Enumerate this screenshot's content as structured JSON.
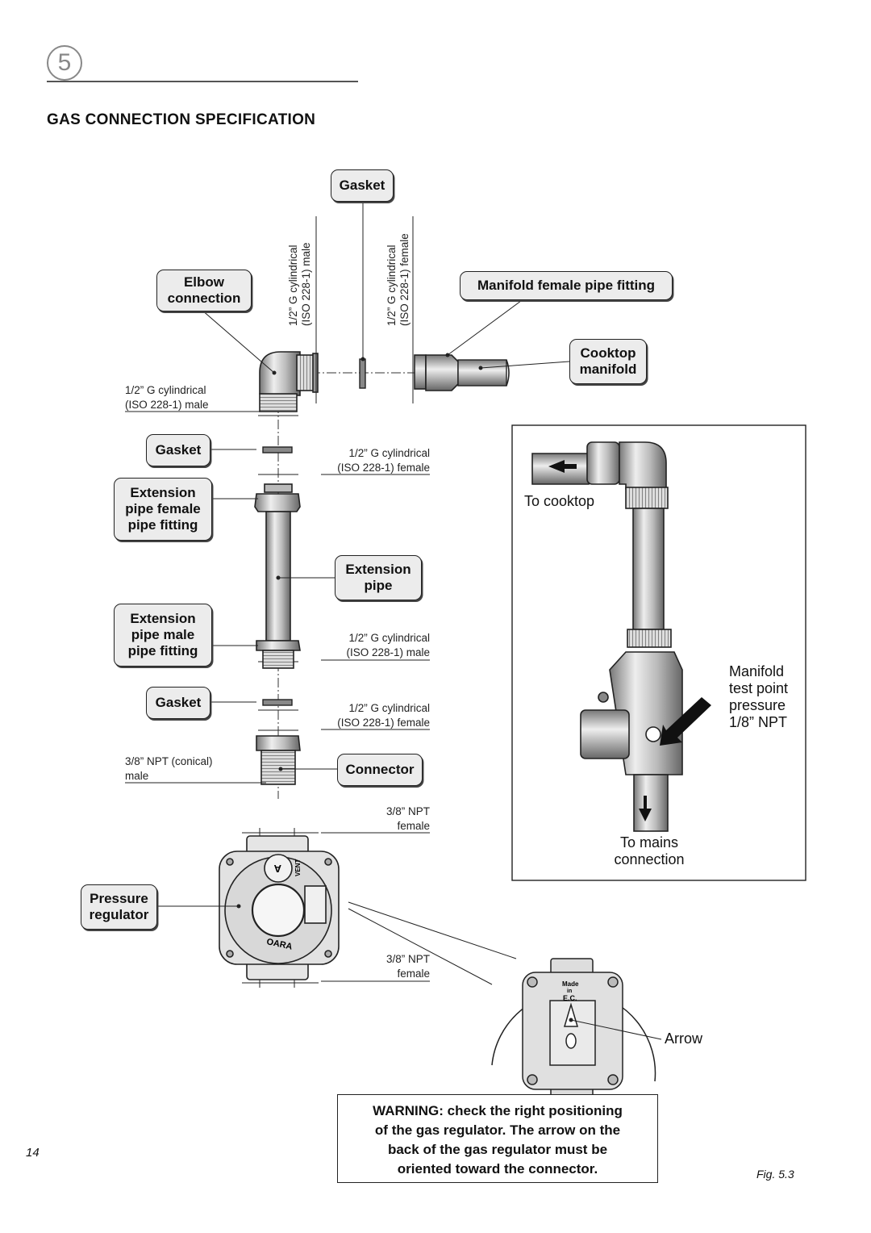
{
  "section": {
    "number": "5"
  },
  "title": "GAS CONNECTION SPECIFICATION",
  "callouts": {
    "gasket_top": "Gasket",
    "elbow_line1": "Elbow",
    "elbow_line2": "connection",
    "manifold_female": "Manifold female pipe fitting",
    "cooktop_line1": "Cooktop",
    "cooktop_line2": "manifold",
    "gasket_mid": "Gasket",
    "ext_female_line1": "Extension",
    "ext_female_line2": "pipe female",
    "ext_female_line3": "pipe fitting",
    "ext_pipe_line1": "Extension",
    "ext_pipe_line2": "pipe",
    "ext_male_line1": "Extension",
    "ext_male_line2": "pipe male",
    "ext_male_line3": "pipe fitting",
    "gasket_low": "Gasket",
    "connector": "Connector",
    "pressure_line1": "Pressure",
    "pressure_line2": "regulator"
  },
  "specs": {
    "vert_male_line1": "1/2” G cylindrical",
    "vert_male_line2": "(ISO 228-1) male",
    "vert_female_line1": "1/2” G cylindrical",
    "vert_female_line2": "(ISO 228-1) female",
    "elbow_male_line1": "1/2” G cylindrical",
    "elbow_male_line2": "(ISO 228-1) male",
    "gasket_female_line1": "1/2” G cylindrical",
    "gasket_female_line2": "(ISO 228-1) female",
    "ext_male_line1": "1/2” G cylindrical",
    "ext_male_line2": "(ISO 228-1) male",
    "low_female_line1": "1/2” G cylindrical",
    "low_female_line2": "(ISO 228-1) female",
    "npt_male_line1": "3/8” NPT (conical)",
    "npt_male_line2": "male",
    "npt_female_top_line1": "3/8” NPT",
    "npt_female_top_line2": "female",
    "npt_female_bot_line1": "3/8” NPT",
    "npt_female_bot_line2": "female"
  },
  "inset": {
    "to_cooktop": "To cooktop",
    "manifold_line1": "Manifold",
    "manifold_line2": "test point",
    "manifold_line3": "pressure",
    "manifold_line4": "1/8” NPT",
    "to_mains_line1": "To mains",
    "to_mains_line2": "connection"
  },
  "regulator": {
    "brand": "OARA",
    "vent": "VENT",
    "back_made": "Made",
    "back_in": "in",
    "back_ec": "E.C.",
    "arrow_label": "Arrow"
  },
  "warning": {
    "line1": "WARNING: check the right positioning",
    "line2": "of the gas regulator. The arrow on the",
    "line3": "back of the gas regulator must be",
    "line4": "oriented toward the connector."
  },
  "page_number": "14",
  "figure": "Fig. 5.3"
}
